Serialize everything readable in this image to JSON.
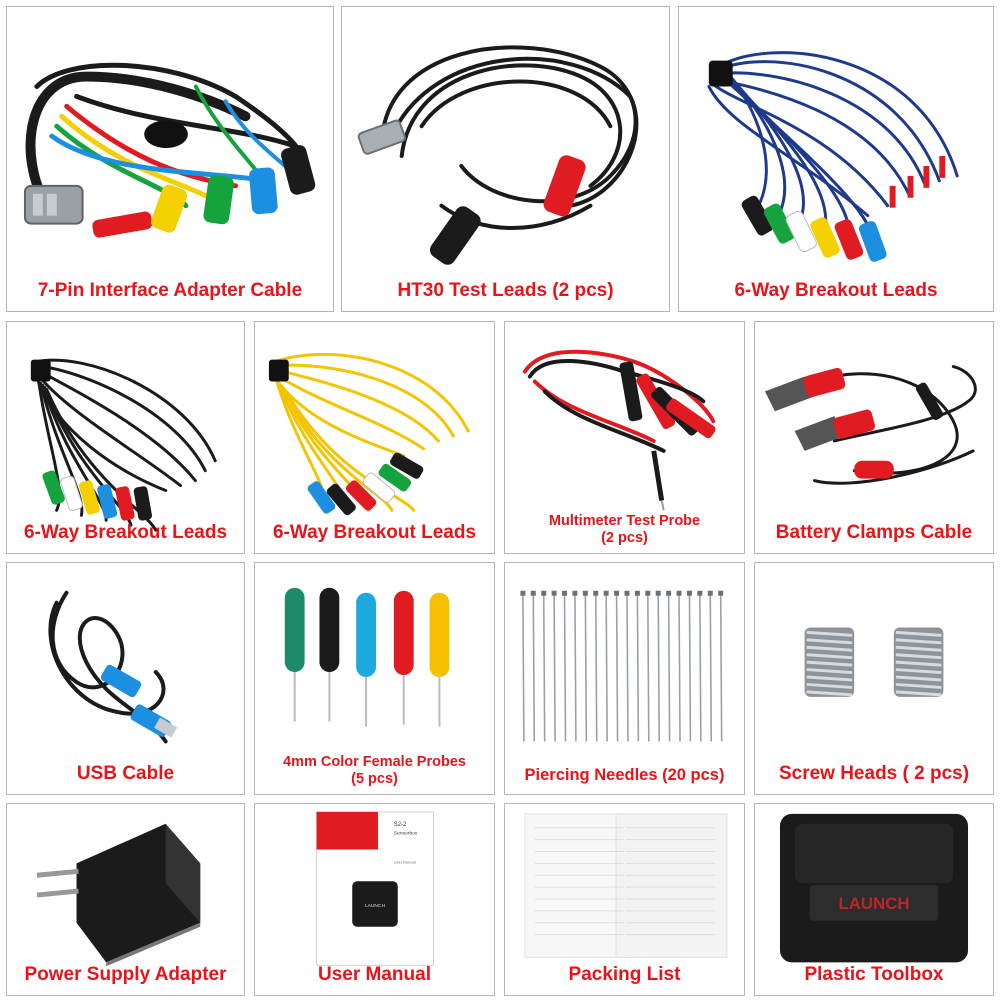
{
  "items": [
    {
      "label": "7-Pin Interface Adapter Cable"
    },
    {
      "label": "HT30 Test Leads (2 pcs)"
    },
    {
      "label": "6-Way Breakout Leads"
    },
    {
      "label": "6-Way Breakout Leads"
    },
    {
      "label": "6-Way Breakout Leads"
    },
    {
      "label_line1": "Multimeter Test Probe",
      "label_line2": "(2 pcs)"
    },
    {
      "label": "Battery Clamps Cable"
    },
    {
      "label": "USB Cable"
    },
    {
      "label_line1": "4mm Color Female Probes",
      "label_line2": "(5 pcs)"
    },
    {
      "label": "Piercing Needles (20 pcs)"
    },
    {
      "label": "Screw Heads ( 2 pcs)"
    },
    {
      "label": "Power Supply Adapter"
    },
    {
      "label": "User Manual"
    },
    {
      "label": "Packing List"
    },
    {
      "label": "Plastic Toolbox"
    }
  ],
  "manual": {
    "model": "S2-2",
    "product": "Sensorbox",
    "subtitle": "User Manual",
    "brand": "LAUNCH"
  },
  "toolbox": {
    "brand": "LAUNCH"
  },
  "colors": {
    "label_red": "#e8141a",
    "cell_border": "#b5b5b5",
    "lead_red": "#e01b22",
    "lead_yellow": "#f4d000",
    "lead_green": "#14a33d",
    "lead_blue": "#1d8fe0",
    "lead_black": "#1b1b1b",
    "wire_blue": "#1e3a8a",
    "wire_yellow": "#f2c500"
  }
}
